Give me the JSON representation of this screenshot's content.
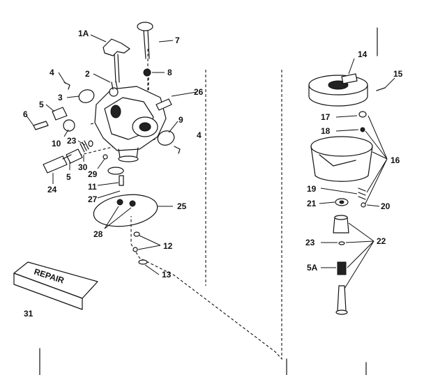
{
  "labels": {
    "l1A": "1A",
    "l2": "2",
    "l3": "3",
    "l4a": "4",
    "l4b": "4",
    "l5a": "5",
    "l5b": "5",
    "l5A": "5A",
    "l6": "6",
    "l7": "7",
    "l8": "8",
    "l9": "9",
    "l10": "10",
    "l11": "11",
    "l12": "12",
    "l13": "13",
    "l14": "14",
    "l15": "15",
    "l16": "16",
    "l17": "17",
    "l18": "18",
    "l19": "19",
    "l20": "20",
    "l21": "21",
    "l22": "22",
    "l23a": "23",
    "l23b": "23",
    "l24": "24",
    "l25": "25",
    "l26": "26",
    "l27": "27",
    "l28": "28",
    "l29": "29",
    "l30": "30",
    "l31": "31"
  },
  "package_text": "REPAIR",
  "colors": {
    "ink": "#111111",
    "background": "#ffffff"
  }
}
